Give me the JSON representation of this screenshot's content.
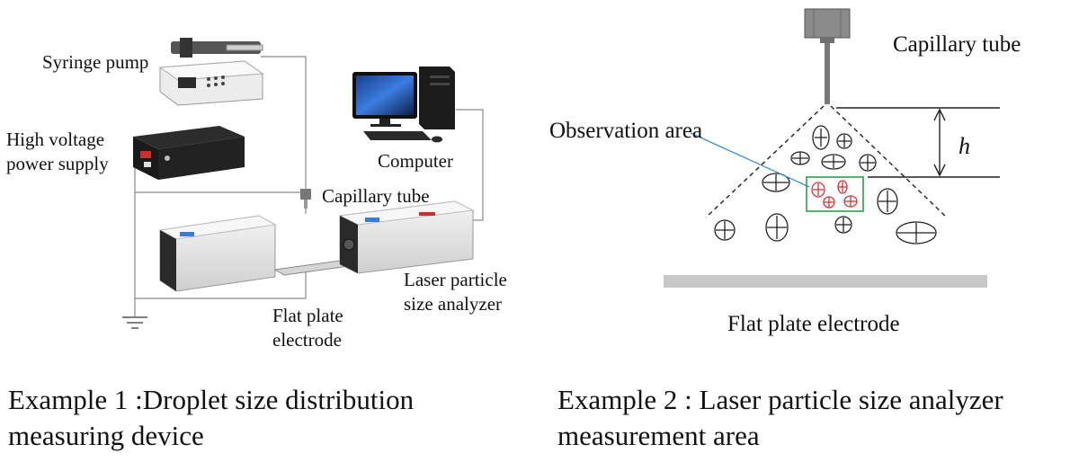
{
  "example1": {
    "labels": {
      "syringe_pump": "Syringe pump",
      "hv_line1": "High voltage",
      "hv_line2": "power supply",
      "computer": "Computer",
      "capillary": "Capillary tube",
      "laser_line1": "Laser particle",
      "laser_line2": "size analyzer",
      "plate_line1": "Flat plate",
      "plate_line2": "electrode"
    },
    "caption_line1": "Example 1 :Droplet size distribution",
    "caption_line2": "measuring device"
  },
  "example2": {
    "labels": {
      "capillary": "Capillary tube",
      "observation": "Observation area",
      "height": "h",
      "plate": "Flat plate electrode"
    },
    "caption_line1": "Example 2 : Laser particle size analyzer",
    "caption_line2": "measurement area"
  },
  "colors": {
    "observation_box": "#2e9c4e",
    "droplet_highlight": "#d9333a",
    "pointer_line": "#3a8fd0",
    "electrode": "#c8c8c8"
  }
}
